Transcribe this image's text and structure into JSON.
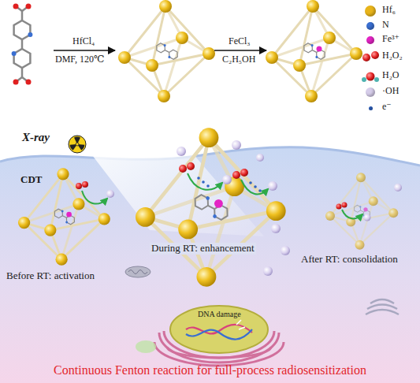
{
  "diagram": {
    "caption": "Continuous Fenton reaction for full-process radiosensitization",
    "labels": [
      "HfCl₄",
      "DMF, 120℃",
      "FeCl₃",
      "C₂H₅OH",
      "X-ray",
      "CDT",
      "Before RT: activation",
      "During RT: enhancement",
      "After RT: consolidation",
      "DNA damage"
    ],
    "legend": [
      {
        "text": "Hf₆",
        "color": "#e8b41a"
      },
      {
        "text": "N",
        "color": "#3a6fd1"
      },
      {
        "text": "Fe³⁺",
        "color": "#e324c4"
      },
      {
        "text": "H₂O₂"
      },
      {
        "text": "H₂O"
      },
      {
        "text": "·OH",
        "color": "#d6cdea"
      },
      {
        "text": "e⁻",
        "color": "#2f63c4"
      }
    ]
  }
}
